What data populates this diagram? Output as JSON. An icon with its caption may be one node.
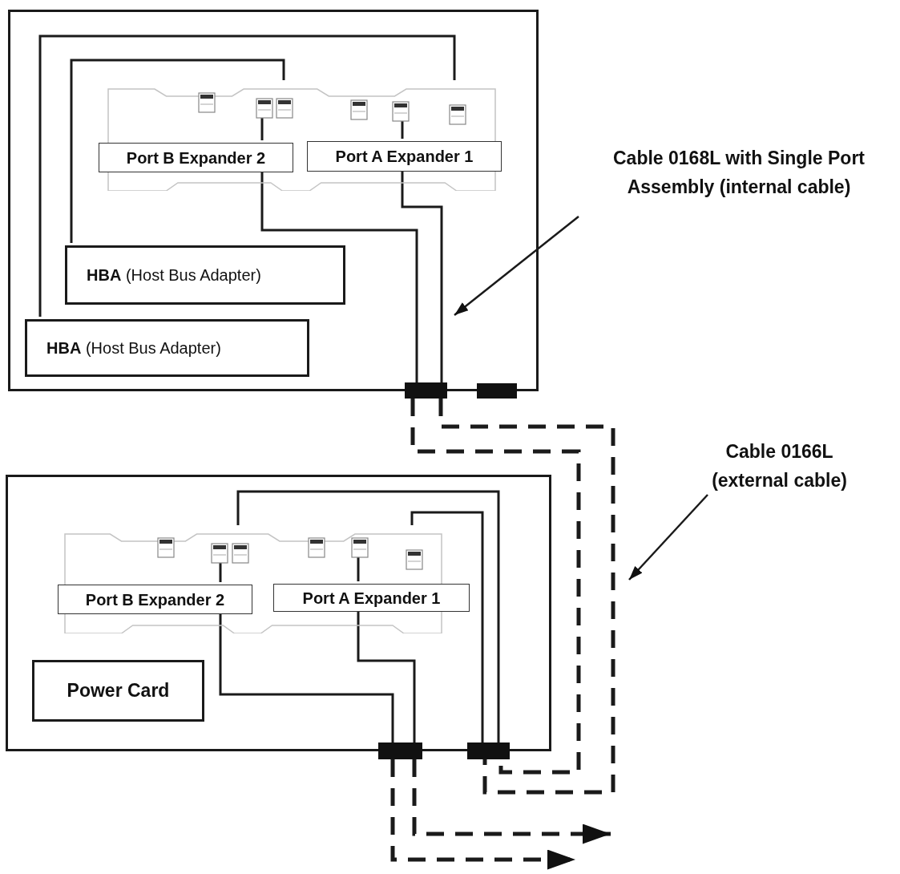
{
  "diagram": {
    "nodes": [
      {
        "text": [],
        "shape": "box"
      },
      {
        "text": [],
        "shape": "picture",
        "in": 0
      },
      {
        "text": [
          "Port B Expander 2"
        ],
        "in": 1
      },
      {
        "text": [
          "Port A Expander 1"
        ],
        "in": 1
      },
      {
        "text": [
          "**HBA** (Host Bus Adapter)"
        ],
        "in": 0
      },
      {
        "text": [
          "**HBA** (Host Bus Adapter)"
        ],
        "in": 0
      },
      {
        "text": [],
        "shape": "bar"
      },
      {
        "text": [],
        "shape": "bar"
      },
      {
        "text": [],
        "shape": "box"
      },
      {
        "text": [],
        "shape": "picture",
        "in": 8
      },
      {
        "text": [
          "Port B Expander 2"
        ],
        "in": 9
      },
      {
        "text": [
          "Port A Expander 1"
        ],
        "in": 9
      },
      {
        "text": [
          "Power Card"
        ],
        "in": 8
      },
      {
        "text": [],
        "shape": "bar"
      },
      {
        "text": [],
        "shape": "bar"
      },
      {
        "text": [
          "Cable 0168L with Single Port Assembly (internal cable)"
        ]
      },
      {
        "text": [
          "Cable 0166L (external cable)"
        ]
      }
    ],
    "edges": [
      {
        "from": 4,
        "to": 1,
        "arrow": "none"
      },
      {
        "from": 5,
        "to": 1,
        "arrow": "none"
      },
      {
        "from": 2,
        "to": 6,
        "arrow": "none"
      },
      {
        "from": 3,
        "to": 6,
        "arrow": "none"
      },
      {
        "from": 6,
        "to": 14,
        "arrow": "none",
        "style": "dashed"
      },
      {
        "from": 6,
        "to": 14,
        "arrow": "none",
        "style": "dashed"
      },
      {
        "from": 9,
        "to": 14,
        "arrow": "none"
      },
      {
        "from": 9,
        "to": 14,
        "arrow": "none"
      },
      {
        "from": 10,
        "to": 13,
        "arrow": "none"
      },
      {
        "from": 11,
        "to": 13,
        "arrow": "none"
      },
      {
        "from": 13,
        "to": null,
        "arrow": "to",
        "style": "dashed"
      },
      {
        "from": 13,
        "to": null,
        "arrow": "to",
        "style": "dashed"
      },
      {
        "from": 15,
        "to": null,
        "arrow": "to"
      },
      {
        "from": 16,
        "to": null,
        "arrow": "to"
      },
      {
        "from": 2,
        "to": 1,
        "arrow": "none"
      },
      {
        "from": 3,
        "to": 1,
        "arrow": "none"
      },
      {
        "from": 10,
        "to": 9,
        "arrow": "none"
      },
      {
        "from": 11,
        "to": 9,
        "arrow": "none"
      }
    ]
  }
}
